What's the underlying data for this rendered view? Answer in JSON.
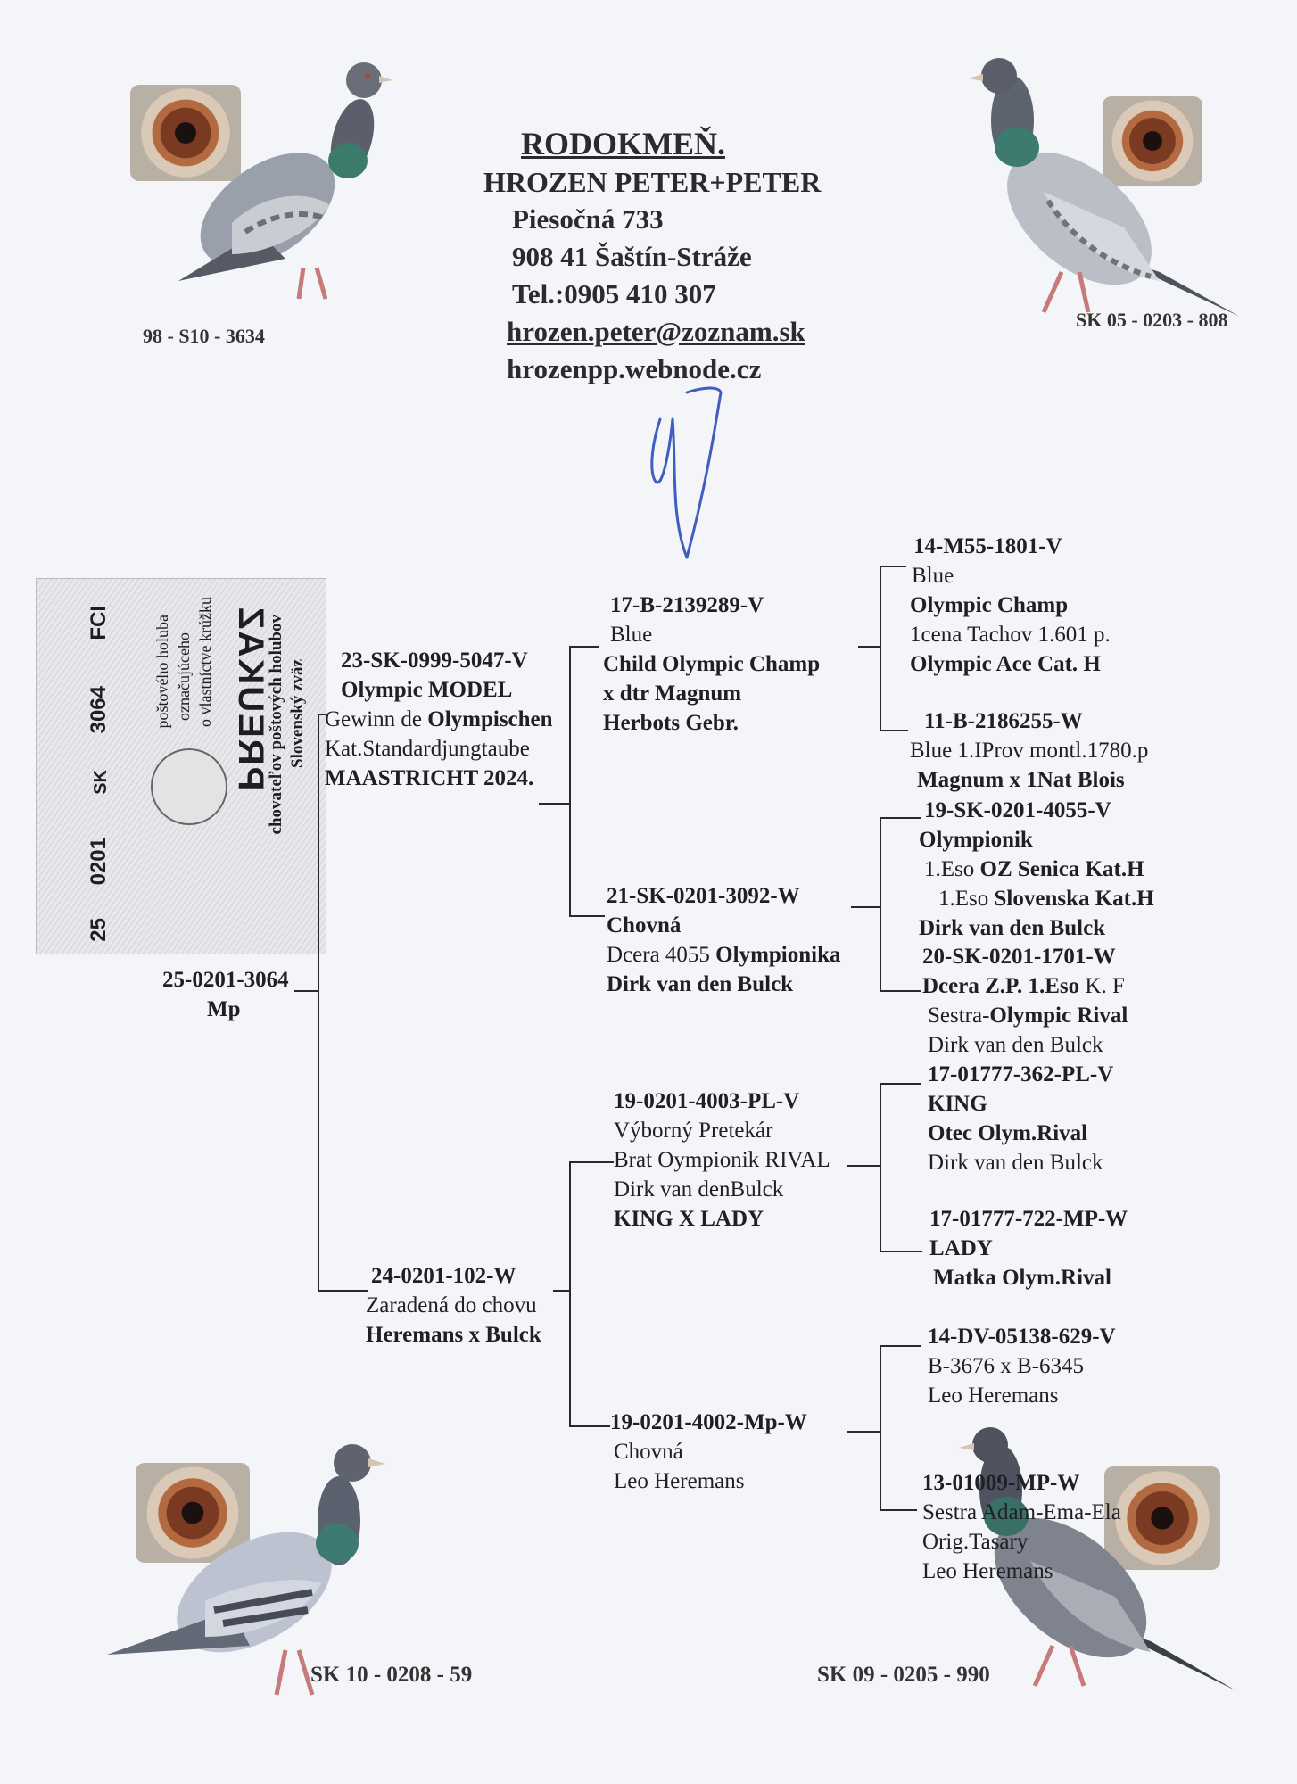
{
  "header": {
    "title": "RODOKMEŇ.",
    "owner": "HROZEN PETER+PETER",
    "street": "Piesočná 733",
    "city": "908 41 Šaštín-Stráže",
    "phone": "Tel.:0905 410 307",
    "email": "hrozen.peter@zoznam.sk",
    "web": "hrozenpp.webnode.cz"
  },
  "photos": {
    "top_left_ring": "98 - S10 - 3634",
    "top_right_ring": "SK 05 - 0203 - 808",
    "bottom_left_ring": "SK 10 - 0208 - 59",
    "bottom_right_ring": "SK 09 - 0205 - 990"
  },
  "card": {
    "title": "PREUKAZ",
    "org_1": "Slovenský zväz",
    "org_2": "chovateľov poštových holubov",
    "desc_1": "o vlastníctve krúžku",
    "desc_2": "označujúceho",
    "desc_3": "poštového holuba",
    "num_1": "25",
    "num_2": "0201",
    "num_3": "SK",
    "num_4": "3064",
    "num_5": "FCI"
  },
  "subject": {
    "ring": "25-0201-3064",
    "sex": "Mp"
  },
  "sire": {
    "ring": "23-SK-0999-5047-V",
    "name": "Olympic MODEL",
    "line3_a": "Gewinn de ",
    "line3_b": "Olympischen",
    "line4": "Kat.Standardjungtaube",
    "line5": "MAASTRICHT 2024."
  },
  "dam": {
    "ring": "24-0201-102-W",
    "line2": "Zaradená do chovu",
    "line3": "Heremans x Bulck"
  },
  "ss": {
    "ring": "17-B-2139289-V",
    "color": "Blue",
    "line3": "Child Olympic Champ",
    "line4": "x dtr Magnum",
    "line5": "Herbots Gebr."
  },
  "sd": {
    "ring": "21-SK-0201-3092-W",
    "line2": "Chovná",
    "line3_a": "Dcera 4055 ",
    "line3_b": "Olympionika",
    "line4": "Dirk van den Bulck"
  },
  "ds": {
    "ring": "19-0201-4003-PL-V",
    "line2": "Výborný Pretekár",
    "line3": "Brat Oympionik RIVAL",
    "line4": "Dirk van denBulck",
    "line5": "KING X  LADY"
  },
  "dd": {
    "ring": "19-0201-4002-Mp-W",
    "line2": "Chovná",
    "line3": "Leo Heremans"
  },
  "sss": {
    "ring": "14-M55-1801-V",
    "color": "Blue",
    "line3": "Olympic Champ",
    "line4": "1cena Tachov 1.601 p.",
    "line5": "Olympic Ace Cat. H"
  },
  "ssd": {
    "ring": "11-B-2186255-W",
    "line2": "Blue 1.IProv montl.1780.p",
    "line3": "Magnum x 1Nat Blois"
  },
  "sds": {
    "ring": "19-SK-0201-4055-V",
    "line2": "Olympionik",
    "line3_a": "1.Eso ",
    "line3_b": "OZ Senica Kat.H",
    "line4_a": "1.Eso  ",
    "line4_b": "Slovenska Kat.H",
    "line5": "Dirk van den Bulck"
  },
  "sdd": {
    "ring": "20-SK-0201-1701-W",
    "line2_a": "Dcera  Z.P. 1.Eso ",
    "line2_b": "K. F",
    "line3_a": "Sestra-",
    "line3_b": "Olympic Rival",
    "line4": "Dirk van den Bulck"
  },
  "dss": {
    "ring": "17-01777-362-PL-V",
    "line2": "KING",
    "line3": "Otec Olym.Rival",
    "line4": "Dirk van den Bulck"
  },
  "dsd": {
    "ring": "17-01777-722-MP-W",
    "line2": "LADY",
    "line3": "Matka Olym.Rival"
  },
  "dds": {
    "ring": "14-DV-05138-629-V",
    "line2": "B-3676 x B-6345",
    "line3": "Leo Heremans"
  },
  "ddd": {
    "ring": "13-01009-MP-W",
    "line2": "Sestra Adam-Ema-Ela",
    "line3": "Orig.Tasary",
    "line4": "Leo Heremans"
  }
}
